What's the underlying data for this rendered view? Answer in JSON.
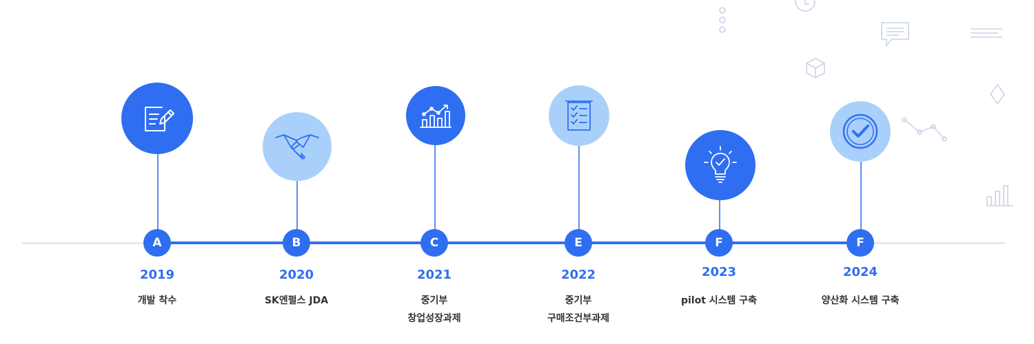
{
  "milestones": [
    {
      "letter": "A",
      "year": "2019",
      "lines": [
        "개발 착수"
      ],
      "icon": "document-pen-icon",
      "style": "dark"
    },
    {
      "letter": "B",
      "year": "2020",
      "lines": [
        "SK엔펄스 JDA"
      ],
      "icon": "handshake-icon",
      "style": "light"
    },
    {
      "letter": "C",
      "year": "2021",
      "lines": [
        "중기부",
        "창업성장과제"
      ],
      "icon": "growth-chart-icon",
      "style": "dark"
    },
    {
      "letter": "E",
      "year": "2022",
      "lines": [
        "중기부",
        "구매조건부과제"
      ],
      "icon": "checklist-icon",
      "style": "light"
    },
    {
      "letter": "F",
      "year": "2023",
      "lines": [
        "pilot 시스템 구축"
      ],
      "icon": "lightbulb-check-icon",
      "style": "dark"
    },
    {
      "letter": "F",
      "year": "2024",
      "lines": [
        "양산화 시스템 구축"
      ],
      "icon": "check-circle-icon",
      "style": "light"
    }
  ],
  "colors": {
    "primary": "#2f6ef0",
    "light": "#a9d0fb",
    "track": "#e2e9f1",
    "text": "#333333"
  }
}
